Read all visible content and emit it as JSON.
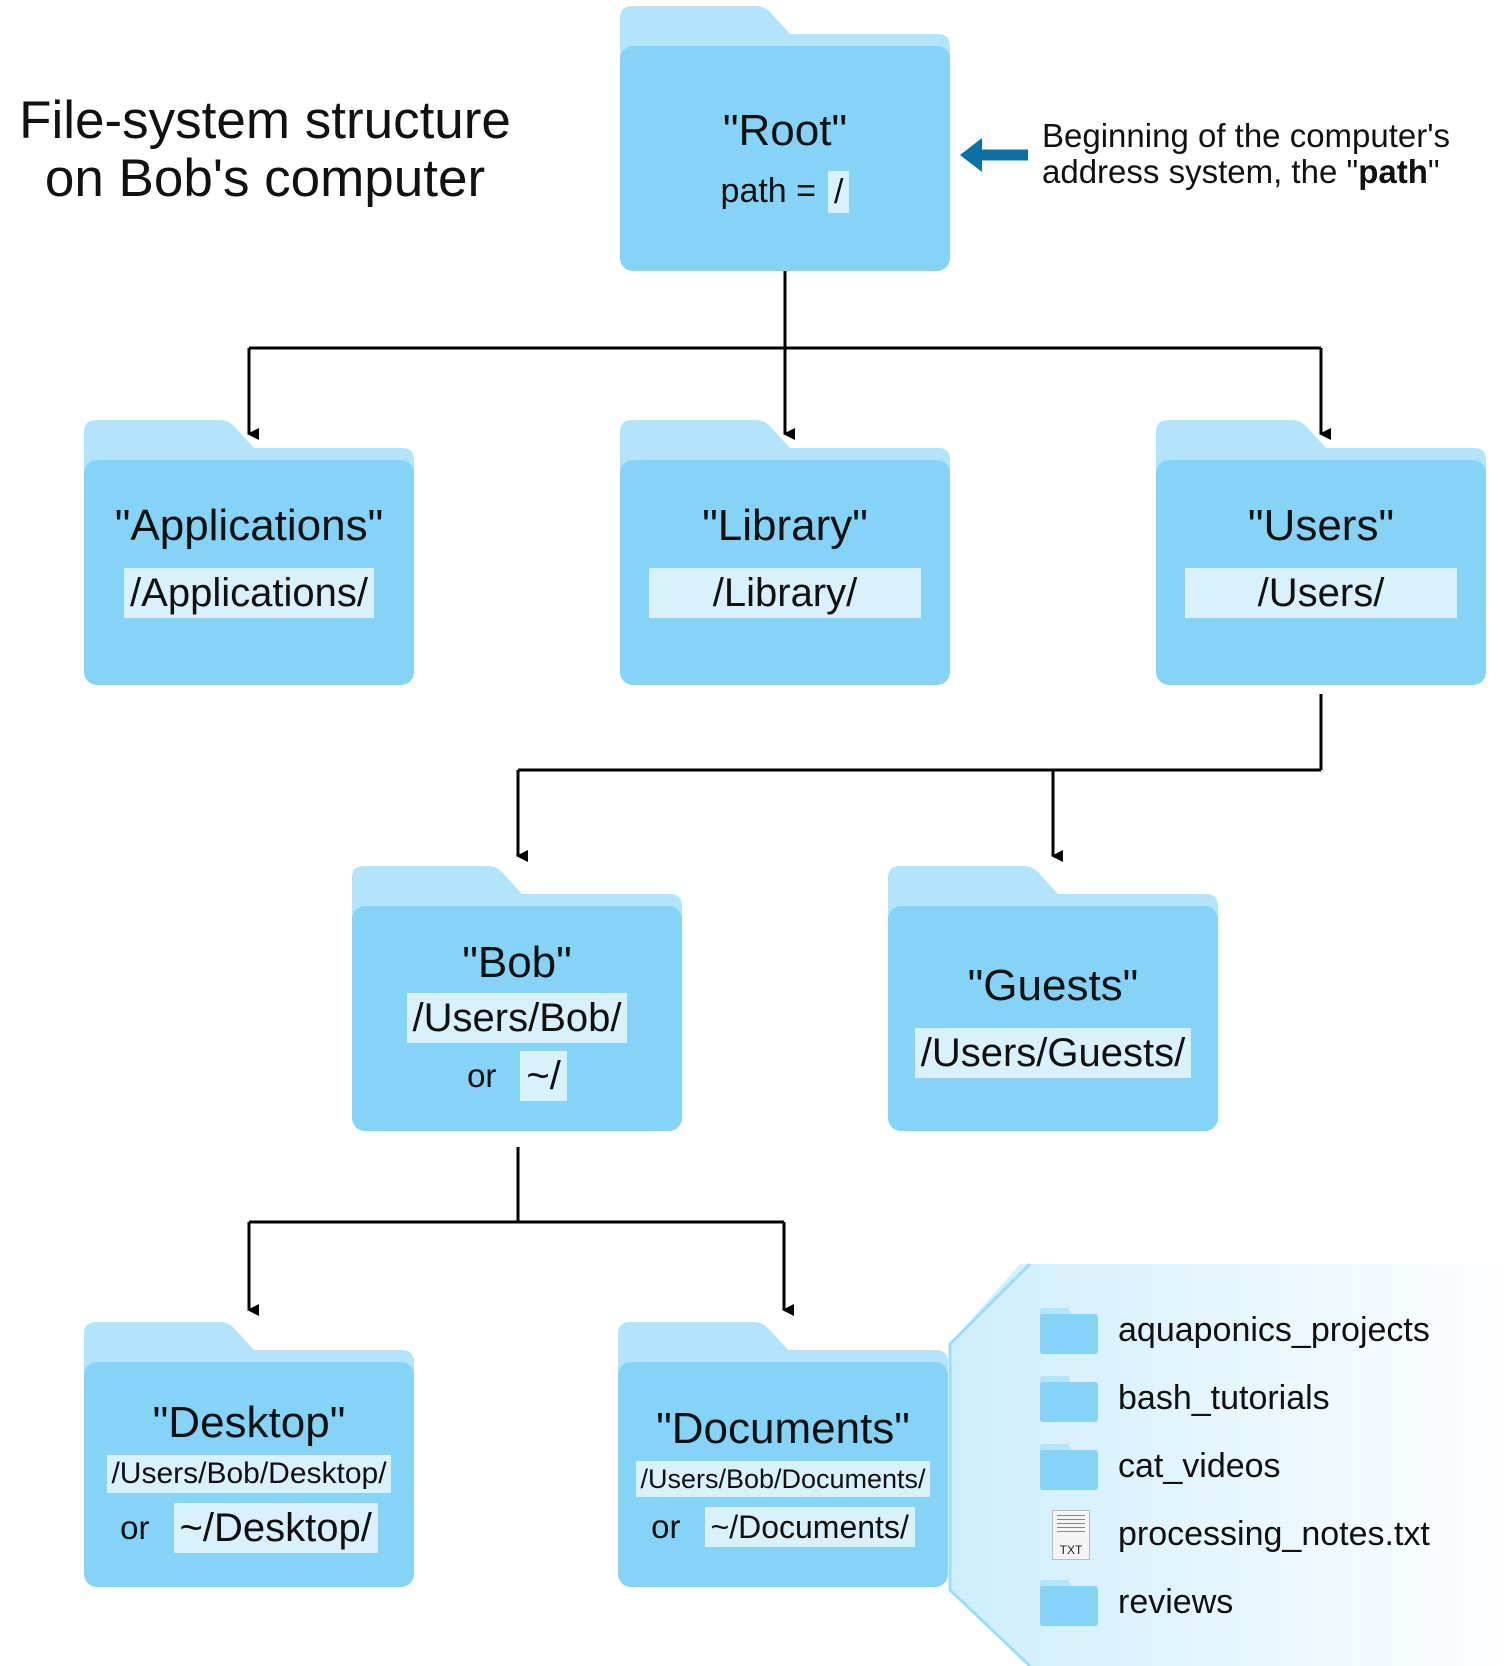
{
  "title": [
    "File-system structure",
    "on Bob's computer"
  ],
  "note": {
    "line1": "Beginning of the computer's",
    "line2_prefix": "address system, the \"",
    "line2_bold": "path",
    "line2_suffix": "\""
  },
  "root": {
    "name": "\"Root\"",
    "path_label": "path =",
    "path": "/"
  },
  "applications": {
    "name": "\"Applications\"",
    "path": "/Applications/"
  },
  "library": {
    "name": "\"Library\"",
    "path": "/Library/"
  },
  "users": {
    "name": "\"Users\"",
    "path": "/Users/"
  },
  "bob": {
    "name": "\"Bob\"",
    "path": "/Users/Bob/",
    "or": "or",
    "alt": "~/"
  },
  "guests": {
    "name": "\"Guests\"",
    "path": "/Users/Guests/"
  },
  "desktop": {
    "name": "\"Desktop\"",
    "path": "/Users/Bob/Desktop/",
    "or": "or",
    "alt": "~/Desktop/"
  },
  "documents": {
    "name": "\"Documents\"",
    "path": "/Users/Bob/Documents/",
    "or": "or",
    "alt": "~/Documents/"
  },
  "documents_contents": [
    {
      "name": "aquaponics_projects",
      "icon": "folder-icon"
    },
    {
      "name": "bash_tutorials",
      "icon": "folder-icon"
    },
    {
      "name": "cat_videos",
      "icon": "folder-icon"
    },
    {
      "name": "processing_notes.txt",
      "icon": "text-file-icon",
      "icon_label": "TXT"
    },
    {
      "name": "reviews",
      "icon": "folder-icon"
    }
  ],
  "colors": {
    "folder_body": "#85d3f6",
    "folder_tab": "#b2e5fb",
    "path_highlight": "#d8f1fd",
    "arrow_accent": "#0b70a5"
  }
}
